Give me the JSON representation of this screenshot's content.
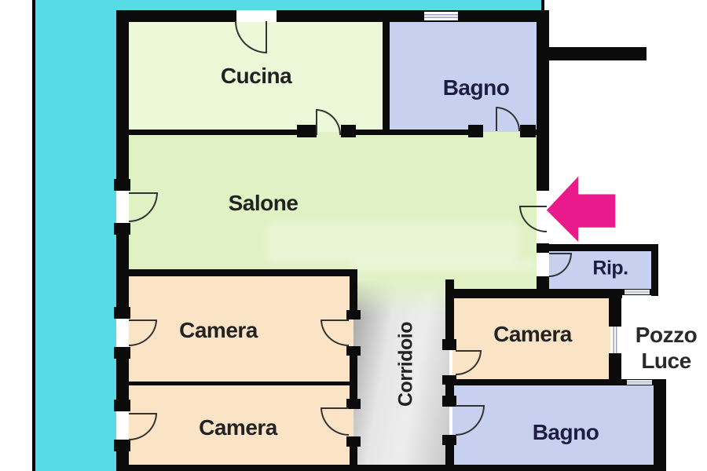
{
  "colors": {
    "wall": "#0b0b0b",
    "teal_band": "#57dbe4",
    "green_light": "#ecf8d8",
    "green": "#e0f2c4",
    "lavender": "#c8d0f0",
    "peach": "#fbe4c6",
    "corridor_dark": "#9f9f9f",
    "corridor_light": "#ededed",
    "arrow_pink": "#ea1a8c",
    "label_dark": "#222222",
    "label_navy": "#1d1d44",
    "door_line": "#333333",
    "window_line": "#9aa4c0"
  },
  "rooms": {
    "cucina": {
      "label": "Cucina"
    },
    "bagno_top": {
      "label": "Bagno"
    },
    "salone": {
      "label": "Salone"
    },
    "camera_mid": {
      "label": "Camera"
    },
    "camera_bottom": {
      "label": "Camera"
    },
    "camera_right": {
      "label": "Camera"
    },
    "bagno_bottom": {
      "label": "Bagno"
    },
    "corridoio": {
      "label": "Corridoio"
    },
    "rip": {
      "label": "Rip."
    }
  },
  "outdoor": {
    "pozzo_luce_line1": "Pozzo",
    "pozzo_luce_line2": "Luce"
  }
}
